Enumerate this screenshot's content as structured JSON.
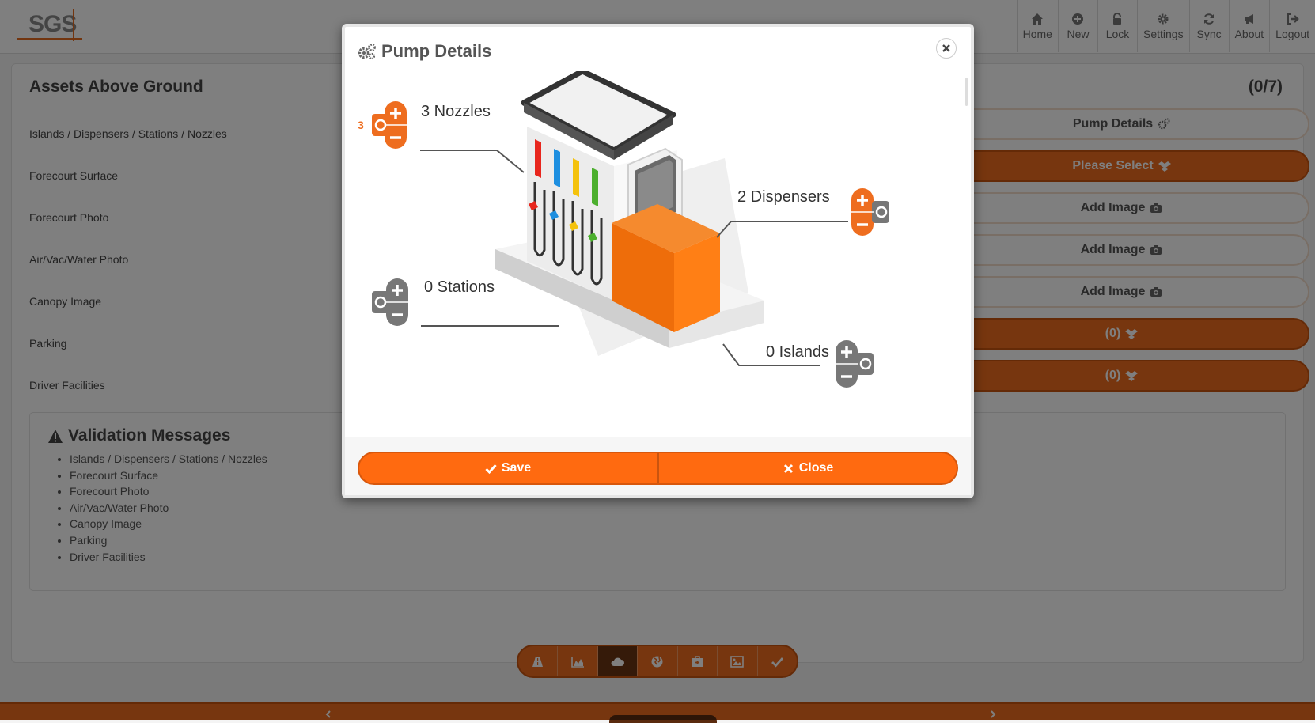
{
  "app": {
    "logo_text": "SGS"
  },
  "nav": [
    {
      "label": "Home",
      "icon": "home-icon"
    },
    {
      "label": "New",
      "icon": "plus-circle-icon"
    },
    {
      "label": "Lock",
      "icon": "lock-icon"
    },
    {
      "label": "Settings",
      "icon": "gear-icon"
    },
    {
      "label": "Sync",
      "icon": "refresh-icon"
    },
    {
      "label": "About",
      "icon": "megaphone-icon"
    },
    {
      "label": "Logout",
      "icon": "sign-out-icon"
    }
  ],
  "section": {
    "title": "Assets Above Ground",
    "counter": "(0/7)",
    "rows": [
      {
        "label": "Islands / Dispensers / Stations / Nozzles",
        "button": "Pump Details",
        "style": "outline",
        "icon": "gears-icon"
      },
      {
        "label": "Forecourt Surface",
        "button": "Please Select",
        "style": "filled",
        "icon": "dropbox-icon"
      },
      {
        "label": "Forecourt Photo",
        "button": "Add Image",
        "style": "outline",
        "icon": "camera-icon"
      },
      {
        "label": "Air/Vac/Water Photo",
        "button": "Add Image",
        "style": "outline",
        "icon": "camera-icon"
      },
      {
        "label": "Canopy Image",
        "button": "Add Image",
        "style": "outline",
        "icon": "camera-icon"
      },
      {
        "label": "Parking",
        "button": "(0)",
        "style": "filled",
        "icon": "dropbox-icon"
      },
      {
        "label": "Driver Facilities",
        "button": "(0)",
        "style": "filled",
        "icon": "dropbox-icon"
      }
    ]
  },
  "validation": {
    "title": "Validation Messages",
    "items": [
      "Islands / Dispensers / Stations / Nozzles",
      "Forecourt Surface",
      "Forecourt Photo",
      "Air/Vac/Water Photo",
      "Canopy Image",
      "Parking",
      "Driver Facilities"
    ]
  },
  "toolbar": {
    "buttons": [
      "road-icon",
      "area-chart-icon",
      "cloud-icon",
      "globe-icon",
      "medkit-icon",
      "image-icon",
      "check-icon"
    ],
    "active_index": 2
  },
  "modal": {
    "title": "Pump Details",
    "nozzles_label": "3 Nozzles",
    "nozzles_badge": "3",
    "dispensers_label": "2 Dispensers",
    "stations_label": "0 Stations",
    "islands_label": "0 Islands",
    "save_label": "Save",
    "close_label": "Close"
  },
  "colors": {
    "accent": "#ee6d1f",
    "accent_dark": "#c9540f",
    "muted": "#777777"
  }
}
